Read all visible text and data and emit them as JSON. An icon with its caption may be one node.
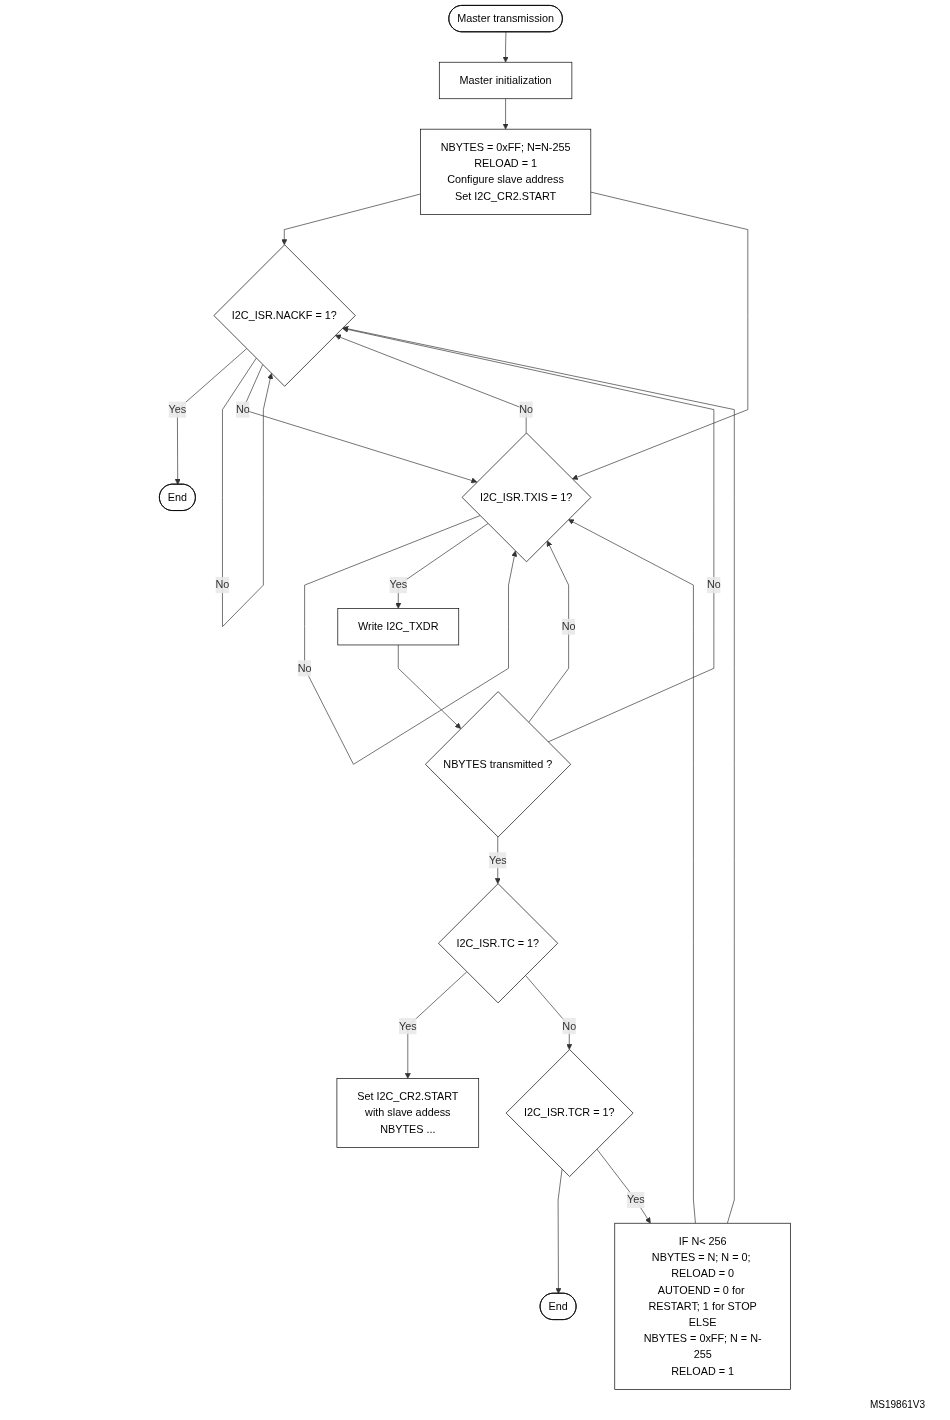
{
  "diagram": {
    "nodes": [
      {
        "text": [
          "Master transmission"
        ]
      },
      {
        "text": [
          "Master initialization"
        ]
      },
      {
        "text": [
          "NBYTES = 0xFF; N=N-255",
          "RELOAD = 1",
          "Configure slave address",
          "Set I2C_CR2.START"
        ]
      },
      {
        "text": [
          "I2C_ISR.NACKF = 1?"
        ]
      },
      {
        "text": [
          "I2C_ISR.TXIS = 1?"
        ]
      },
      {
        "text": [
          "End"
        ]
      },
      {
        "text": [
          "Write I2C_TXDR"
        ]
      },
      {
        "text": [
          "NBYTES transmitted ?"
        ]
      },
      {
        "text": [
          "I2C_ISR.TC = 1?"
        ]
      },
      {
        "text": [
          "Set I2C_CR2.START",
          "with slave addess",
          "NBYTES ..."
        ]
      },
      {
        "text": [
          "I2C_ISR.TCR = 1?"
        ]
      },
      {
        "text": [
          "End"
        ]
      },
      {
        "text": [
          "IF N< 256",
          "NBYTES = N; N = 0; RELOAD = 0",
          "AUTOEND = 0 for RESTART; 1 for STOP",
          "ELSE",
          "NBYTES = 0xFF; N = N-255",
          "RELOAD = 1"
        ]
      }
    ],
    "edges": [
      {
        "from": 0,
        "to": 1,
        "arrow": "to"
      },
      {
        "from": 1,
        "to": 2,
        "arrow": "to"
      },
      {
        "from": 2,
        "to": 3,
        "arrow": "to"
      },
      {
        "from": 2,
        "to": 4,
        "arrow": "to"
      },
      {
        "from": 3,
        "to": 5,
        "arrow": "to",
        "label": "Yes"
      },
      {
        "from": 3,
        "to": 3,
        "arrow": "to",
        "label": "No"
      },
      {
        "from": 3,
        "to": 4,
        "arrow": "to",
        "label": "No"
      },
      {
        "from": 4,
        "to": 3,
        "arrow": "to",
        "label": "No"
      },
      {
        "from": 4,
        "to": 4,
        "arrow": "to",
        "label": "No"
      },
      {
        "from": 4,
        "to": 6,
        "arrow": "to",
        "label": "Yes"
      },
      {
        "from": 6,
        "to": 7,
        "arrow": "to"
      },
      {
        "from": 7,
        "to": 3,
        "arrow": "to",
        "label": "No"
      },
      {
        "from": 7,
        "to": 4,
        "arrow": "to",
        "label": "No"
      },
      {
        "from": 7,
        "to": 8,
        "arrow": "to",
        "label": "Yes"
      },
      {
        "from": 8,
        "to": 9,
        "arrow": "to",
        "label": "Yes"
      },
      {
        "from": 8,
        "to": 10,
        "arrow": "to",
        "label": "No"
      },
      {
        "from": 10,
        "to": 11,
        "arrow": "to"
      },
      {
        "from": 10,
        "to": 12,
        "arrow": "to",
        "label": "Yes"
      },
      {
        "from": 12,
        "to": 3,
        "arrow": "to"
      },
      {
        "from": 12,
        "to": 4,
        "arrow": "to"
      }
    ],
    "labels": [
      "MS19861V3"
    ]
  }
}
